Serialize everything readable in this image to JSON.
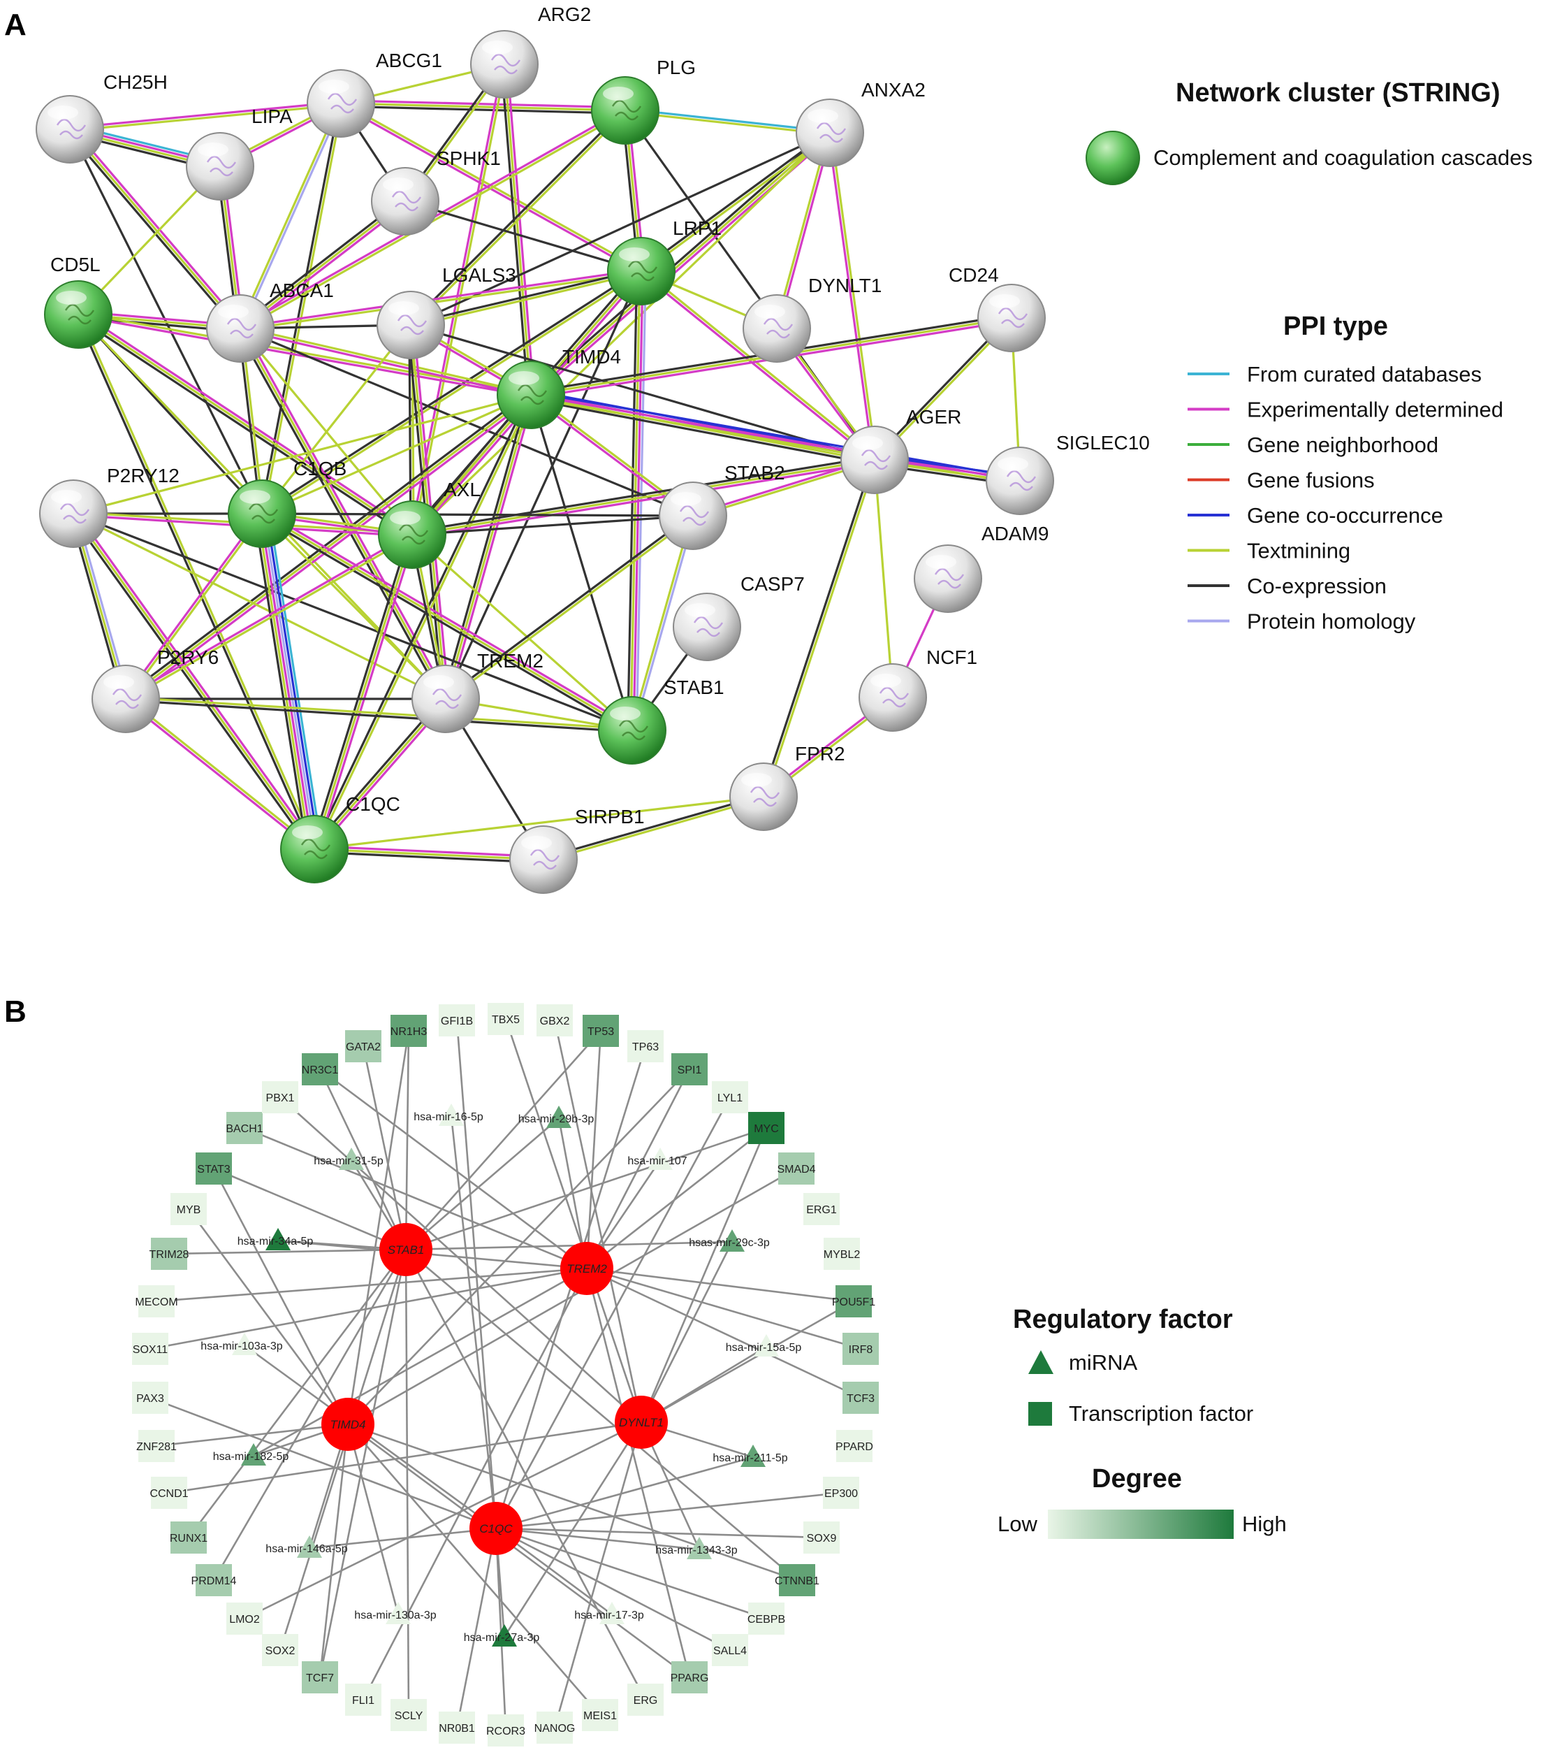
{
  "panel_a": {
    "letter": "A",
    "legend_cluster_title": "Network cluster (STRING)",
    "legend_cluster_item": "Complement and coagulation cascades",
    "legend_ppi_title": "PPI type",
    "ppi_types": [
      {
        "label": "From curated databases",
        "color": "#3cb4d4"
      },
      {
        "label": "Experimentally determined",
        "color": "#d43cc6"
      },
      {
        "label": "Gene neighborhood",
        "color": "#3cae3c"
      },
      {
        "label": "Gene fusions",
        "color": "#dc3c28"
      },
      {
        "label": "Gene co-occurrence",
        "color": "#2832d4"
      },
      {
        "label": "Textmining",
        "color": "#b8d234"
      },
      {
        "label": "Co-expression",
        "color": "#333333"
      },
      {
        "label": "Protein homology",
        "color": "#a8a8ee"
      }
    ],
    "nodes": [
      {
        "id": "CH25H",
        "cluster": false
      },
      {
        "id": "LIPA",
        "cluster": false
      },
      {
        "id": "ABCG1",
        "cluster": false
      },
      {
        "id": "ARG2",
        "cluster": false
      },
      {
        "id": "PLG",
        "cluster": true
      },
      {
        "id": "ANXA2",
        "cluster": false
      },
      {
        "id": "SPHK1",
        "cluster": false
      },
      {
        "id": "LRP1",
        "cluster": true
      },
      {
        "id": "CD5L",
        "cluster": true
      },
      {
        "id": "ABCA1",
        "cluster": false
      },
      {
        "id": "LGALS3",
        "cluster": false
      },
      {
        "id": "DYNLT1",
        "cluster": false
      },
      {
        "id": "CD24",
        "cluster": false
      },
      {
        "id": "TIMD4",
        "cluster": true
      },
      {
        "id": "AGER",
        "cluster": false
      },
      {
        "id": "SIGLEC10",
        "cluster": false
      },
      {
        "id": "P2RY12",
        "cluster": false
      },
      {
        "id": "C1QB",
        "cluster": true
      },
      {
        "id": "AXL",
        "cluster": true
      },
      {
        "id": "STAB2",
        "cluster": false
      },
      {
        "id": "ADAM9",
        "cluster": false
      },
      {
        "id": "CASP7",
        "cluster": false
      },
      {
        "id": "P2RY6",
        "cluster": false
      },
      {
        "id": "TREM2",
        "cluster": false
      },
      {
        "id": "STAB1",
        "cluster": true
      },
      {
        "id": "NCF1",
        "cluster": false
      },
      {
        "id": "FPR2",
        "cluster": false
      },
      {
        "id": "C1QC",
        "cluster": true
      },
      {
        "id": "SIRPB1",
        "cluster": false
      }
    ],
    "edges": [
      [
        "CH25H",
        "LIPA"
      ],
      [
        "CH25H",
        "ABCG1"
      ],
      [
        "CH25H",
        "ABCA1"
      ],
      [
        "CH25H",
        "C1QB"
      ],
      [
        "LIPA",
        "ABCG1"
      ],
      [
        "LIPA",
        "ABCA1"
      ],
      [
        "LIPA",
        "CD5L"
      ],
      [
        "ABCG1",
        "ABCA1"
      ],
      [
        "ABCG1",
        "SPHK1"
      ],
      [
        "ABCG1",
        "LRP1"
      ],
      [
        "ABCG1",
        "C1QB"
      ],
      [
        "ABCG1",
        "ARG2"
      ],
      [
        "ABCG1",
        "PLG"
      ],
      [
        "ARG2",
        "TIMD4"
      ],
      [
        "ARG2",
        "AXL"
      ],
      [
        "ARG2",
        "SPHK1"
      ],
      [
        "PLG",
        "ANXA2"
      ],
      [
        "PLG",
        "LRP1"
      ],
      [
        "PLG",
        "AGER"
      ],
      [
        "PLG",
        "ABCA1"
      ],
      [
        "PLG",
        "LGALS3"
      ],
      [
        "ANXA2",
        "DYNLT1"
      ],
      [
        "ANXA2",
        "TIMD4"
      ],
      [
        "ANXA2",
        "LGALS3"
      ],
      [
        "ANXA2",
        "AGER"
      ],
      [
        "ANXA2",
        "LRP1"
      ],
      [
        "ANXA2",
        "AXL"
      ],
      [
        "SPHK1",
        "ABCA1"
      ],
      [
        "SPHK1",
        "LRP1"
      ],
      [
        "LRP1",
        "ABCA1"
      ],
      [
        "LRP1",
        "LGALS3"
      ],
      [
        "LRP1",
        "STAB1"
      ],
      [
        "LRP1",
        "AXL"
      ],
      [
        "LRP1",
        "TREM2"
      ],
      [
        "LRP1",
        "AGER"
      ],
      [
        "LRP1",
        "C1QB"
      ],
      [
        "LRP1",
        "DYNLT1"
      ],
      [
        "CD5L",
        "ABCA1"
      ],
      [
        "CD5L",
        "C1QB"
      ],
      [
        "CD5L",
        "TIMD4"
      ],
      [
        "CD5L",
        "C1QC"
      ],
      [
        "CD5L",
        "TREM2"
      ],
      [
        "CD5L",
        "AXL"
      ],
      [
        "ABCA1",
        "LGALS3"
      ],
      [
        "ABCA1",
        "TIMD4"
      ],
      [
        "ABCA1",
        "C1QB"
      ],
      [
        "ABCA1",
        "AXL"
      ],
      [
        "ABCA1",
        "TREM2"
      ],
      [
        "ABCA1",
        "STAB2"
      ],
      [
        "LGALS3",
        "TIMD4"
      ],
      [
        "LGALS3",
        "AXL"
      ],
      [
        "LGALS3",
        "C1QB"
      ],
      [
        "LGALS3",
        "TREM2"
      ],
      [
        "LGALS3",
        "AGER"
      ],
      [
        "DYNLT1",
        "AGER"
      ],
      [
        "CD24",
        "AGER"
      ],
      [
        "CD24",
        "SIGLEC10"
      ],
      [
        "CD24",
        "TIMD4"
      ],
      [
        "TIMD4",
        "AGER"
      ],
      [
        "TIMD4",
        "SIGLEC10"
      ],
      [
        "TIMD4",
        "AXL"
      ],
      [
        "TIMD4",
        "C1QB"
      ],
      [
        "TIMD4",
        "TREM2"
      ],
      [
        "TIMD4",
        "STAB1"
      ],
      [
        "TIMD4",
        "STAB2"
      ],
      [
        "TIMD4",
        "C1QC"
      ],
      [
        "TIMD4",
        "P2RY12"
      ],
      [
        "TIMD4",
        "P2RY6"
      ],
      [
        "AGER",
        "SIGLEC10"
      ],
      [
        "AGER",
        "STAB2"
      ],
      [
        "AGER",
        "FPR2"
      ],
      [
        "AGER",
        "NCF1"
      ],
      [
        "AGER",
        "AXL"
      ],
      [
        "P2RY12",
        "C1QB"
      ],
      [
        "P2RY12",
        "AXL"
      ],
      [
        "P2RY12",
        "P2RY6"
      ],
      [
        "P2RY12",
        "TREM2"
      ],
      [
        "P2RY12",
        "C1QC"
      ],
      [
        "P2RY12",
        "STAB1"
      ],
      [
        "C1QB",
        "AXL"
      ],
      [
        "C1QB",
        "C1QC"
      ],
      [
        "C1QB",
        "TREM2"
      ],
      [
        "C1QB",
        "STAB1"
      ],
      [
        "C1QB",
        "STAB2"
      ],
      [
        "C1QB",
        "P2RY6"
      ],
      [
        "AXL",
        "TREM2"
      ],
      [
        "AXL",
        "STAB1"
      ],
      [
        "AXL",
        "C1QC"
      ],
      [
        "AXL",
        "STAB2"
      ],
      [
        "AXL",
        "P2RY6"
      ],
      [
        "STAB2",
        "TREM2"
      ],
      [
        "STAB2",
        "STAB1"
      ],
      [
        "ADAM9",
        "NCF1"
      ],
      [
        "P2RY6",
        "TREM2"
      ],
      [
        "P2RY6",
        "C1QC"
      ],
      [
        "P2RY6",
        "STAB1"
      ],
      [
        "TREM2",
        "STAB1"
      ],
      [
        "TREM2",
        "C1QC"
      ],
      [
        "TREM2",
        "SIRPB1"
      ],
      [
        "NCF1",
        "FPR2"
      ],
      [
        "FPR2",
        "SIRPB1"
      ],
      [
        "FPR2",
        "C1QC"
      ],
      [
        "C1QC",
        "SIRPB1"
      ],
      [
        "STAB1",
        "CASP7"
      ]
    ]
  },
  "panel_b": {
    "letter": "B",
    "legend_reg_title": "Regulatory factor",
    "legend_mirna": "miRNA",
    "legend_tf": "Transcription factor",
    "legend_degree_title": "Degree",
    "legend_low": "Low",
    "legend_high": "High",
    "colors": {
      "hub": "#ff0000",
      "high": "#1e7a3c",
      "low": "#e9f5e7"
    },
    "hubs": [
      "STAB1",
      "TREM2",
      "TIMD4",
      "DYNLT1",
      "C1QC"
    ],
    "tfs": [
      {
        "label": "GFI1B",
        "degree": 1
      },
      {
        "label": "TBX5",
        "degree": 1
      },
      {
        "label": "GBX2",
        "degree": 1
      },
      {
        "label": "TP53",
        "degree": 3
      },
      {
        "label": "TP63",
        "degree": 1
      },
      {
        "label": "SPI1",
        "degree": 3
      },
      {
        "label": "LYL1",
        "degree": 1
      },
      {
        "label": "MYC",
        "degree": 4
      },
      {
        "label": "SMAD4",
        "degree": 2
      },
      {
        "label": "ERG1",
        "degree": 1
      },
      {
        "label": "MYBL2",
        "degree": 1
      },
      {
        "label": "POU5F1",
        "degree": 3
      },
      {
        "label": "IRF8",
        "degree": 2
      },
      {
        "label": "TCF3",
        "degree": 2
      },
      {
        "label": "PPARD",
        "degree": 1
      },
      {
        "label": "EP300",
        "degree": 1
      },
      {
        "label": "SOX9",
        "degree": 1
      },
      {
        "label": "CTNNB1",
        "degree": 3
      },
      {
        "label": "CEBPB",
        "degree": 1
      },
      {
        "label": "SALL4",
        "degree": 1
      },
      {
        "label": "PPARG",
        "degree": 2
      },
      {
        "label": "ERG",
        "degree": 1
      },
      {
        "label": "MEIS1",
        "degree": 1
      },
      {
        "label": "NANOG",
        "degree": 1
      },
      {
        "label": "RCOR3",
        "degree": 1
      },
      {
        "label": "NR0B1",
        "degree": 1
      },
      {
        "label": "SCLY",
        "degree": 1
      },
      {
        "label": "FLI1",
        "degree": 1
      },
      {
        "label": "TCF7",
        "degree": 2
      },
      {
        "label": "SOX2",
        "degree": 1
      },
      {
        "label": "LMO2",
        "degree": 1
      },
      {
        "label": "PRDM14",
        "degree": 2
      },
      {
        "label": "RUNX1",
        "degree": 2
      },
      {
        "label": "CCND1",
        "degree": 1
      },
      {
        "label": "ZNF281",
        "degree": 1
      },
      {
        "label": "PAX3",
        "degree": 1
      },
      {
        "label": "SOX11",
        "degree": 1
      },
      {
        "label": "MECOM",
        "degree": 1
      },
      {
        "label": "TRIM28",
        "degree": 2
      },
      {
        "label": "MYB",
        "degree": 1
      },
      {
        "label": "STAT3",
        "degree": 3
      },
      {
        "label": "BACH1",
        "degree": 2
      },
      {
        "label": "PBX1",
        "degree": 1
      },
      {
        "label": "NR3C1",
        "degree": 3
      },
      {
        "label": "GATA2",
        "degree": 2
      },
      {
        "label": "NR1H3",
        "degree": 3
      }
    ],
    "mirnas": [
      {
        "label": "hsa-mir-16-5p",
        "degree": 1
      },
      {
        "label": "hsa-mir-29b-3p",
        "degree": 3
      },
      {
        "label": "hsa-mir-107",
        "degree": 1
      },
      {
        "label": "hsa-mir-31-5p",
        "degree": 2
      },
      {
        "label": "hsa-mir-34a-5p",
        "degree": 4
      },
      {
        "label": "hsas-mir-29c-3p",
        "degree": 3
      },
      {
        "label": "hsa-mir-103a-3p",
        "degree": 1
      },
      {
        "label": "hsa-mir-15a-5p",
        "degree": 1
      },
      {
        "label": "hsa-mir-182-5p",
        "degree": 3
      },
      {
        "label": "hsa-mir-211-5p",
        "degree": 3
      },
      {
        "label": "hsa-mir-146a-5p",
        "degree": 2
      },
      {
        "label": "hsa-mir-1343-3p",
        "degree": 2
      },
      {
        "label": "hsa-mir-130a-3p",
        "degree": 1
      },
      {
        "label": "hsa-mir-17-3p",
        "degree": 1
      },
      {
        "label": "hsa-mir-27a-3p",
        "degree": 4
      }
    ],
    "edges": [
      [
        "STAB1",
        "NR1H3"
      ],
      [
        "STAB1",
        "GATA2"
      ],
      [
        "STAB1",
        "NR3C1"
      ],
      [
        "STAB1",
        "STAT3"
      ],
      [
        "STAB1",
        "TRIM28"
      ],
      [
        "STAB1",
        "hsa-mir-34a-5p"
      ],
      [
        "STAB1",
        "hsa-mir-31-5p"
      ],
      [
        "STAB1",
        "TP53"
      ],
      [
        "STAB1",
        "MYC"
      ],
      [
        "STAB1",
        "RUNX1"
      ],
      [
        "STAB1",
        "PRDM14"
      ],
      [
        "STAB1",
        "SOX2"
      ],
      [
        "STAB1",
        "TCF7"
      ],
      [
        "STAB1",
        "hsa-mir-29b-3p"
      ],
      [
        "STAB1",
        "hsas-mir-29c-3p"
      ],
      [
        "STAB1",
        "ERG"
      ],
      [
        "STAB1",
        "CTNNB1"
      ],
      [
        "STAB1",
        "SCLY"
      ],
      [
        "TREM2",
        "SPI1"
      ],
      [
        "TREM2",
        "TP53"
      ],
      [
        "TREM2",
        "MYC"
      ],
      [
        "TREM2",
        "IRF8"
      ],
      [
        "TREM2",
        "TCF3"
      ],
      [
        "TREM2",
        "POU5F1"
      ],
      [
        "TREM2",
        "BACH1"
      ],
      [
        "TREM2",
        "hsa-mir-29b-3p"
      ],
      [
        "TREM2",
        "hsa-mir-34a-5p"
      ],
      [
        "TREM2",
        "MECOM"
      ],
      [
        "TREM2",
        "hsa-mir-182-5p"
      ],
      [
        "TREM2",
        "PPARG"
      ],
      [
        "TREM2",
        "FLI1"
      ],
      [
        "TREM2",
        "hsa-mir-107"
      ],
      [
        "TREM2",
        "NR3C1"
      ],
      [
        "TREM2",
        "SOX11"
      ],
      [
        "TIMD4",
        "STAT3"
      ],
      [
        "TIMD4",
        "hsa-mir-182-5p"
      ],
      [
        "TIMD4",
        "ZNF281"
      ],
      [
        "TIMD4",
        "SMAD4"
      ],
      [
        "TIMD4",
        "CTNNB1"
      ],
      [
        "TIMD4",
        "PPARG"
      ],
      [
        "TIMD4",
        "MEIS1"
      ],
      [
        "TIMD4",
        "hsa-mir-146a-5p"
      ],
      [
        "TIMD4",
        "hsa-mir-130a-3p"
      ],
      [
        "TIMD4",
        "NR1H3"
      ],
      [
        "TIMD4",
        "TCF7"
      ],
      [
        "TIMD4",
        "MYB"
      ],
      [
        "TIMD4",
        "SPI1"
      ],
      [
        "DYNLT1",
        "MYC"
      ],
      [
        "DYNLT1",
        "POU5F1"
      ],
      [
        "DYNLT1",
        "hsa-mir-211-5p"
      ],
      [
        "DYNLT1",
        "hsa-mir-15a-5p"
      ],
      [
        "DYNLT1",
        "CCND1"
      ],
      [
        "DYNLT1",
        "hsas-mir-29c-3p"
      ],
      [
        "DYNLT1",
        "hsa-mir-1343-3p"
      ],
      [
        "DYNLT1",
        "NANOG"
      ],
      [
        "DYNLT1",
        "LMO2"
      ],
      [
        "DYNLT1",
        "PBX1"
      ],
      [
        "DYNLT1",
        "GBX2"
      ],
      [
        "DYNLT1",
        "TBX5"
      ],
      [
        "DYNLT1",
        "hsa-mir-27a-3p"
      ],
      [
        "C1QC",
        "hsa-mir-27a-3p"
      ],
      [
        "C1QC",
        "NR0B1"
      ],
      [
        "C1QC",
        "RCOR3"
      ],
      [
        "C1QC",
        "hsa-mir-17-3p"
      ],
      [
        "C1QC",
        "SALL4"
      ],
      [
        "C1QC",
        "CEBPB"
      ],
      [
        "C1QC",
        "hsa-mir-1343-3p"
      ],
      [
        "C1QC",
        "SOX9"
      ],
      [
        "C1QC",
        "EP300"
      ],
      [
        "C1QC",
        "hsa-mir-211-5p"
      ],
      [
        "C1QC",
        "PAX3"
      ],
      [
        "C1QC",
        "hsa-mir-146a-5p"
      ],
      [
        "C1QC",
        "GFI1B"
      ],
      [
        "C1QC",
        "TP63"
      ],
      [
        "C1QC",
        "LYL1"
      ],
      [
        "C1QC",
        "hsa-mir-16-5p"
      ],
      [
        "C1QC",
        "hsa-mir-103a-3p"
      ]
    ]
  }
}
